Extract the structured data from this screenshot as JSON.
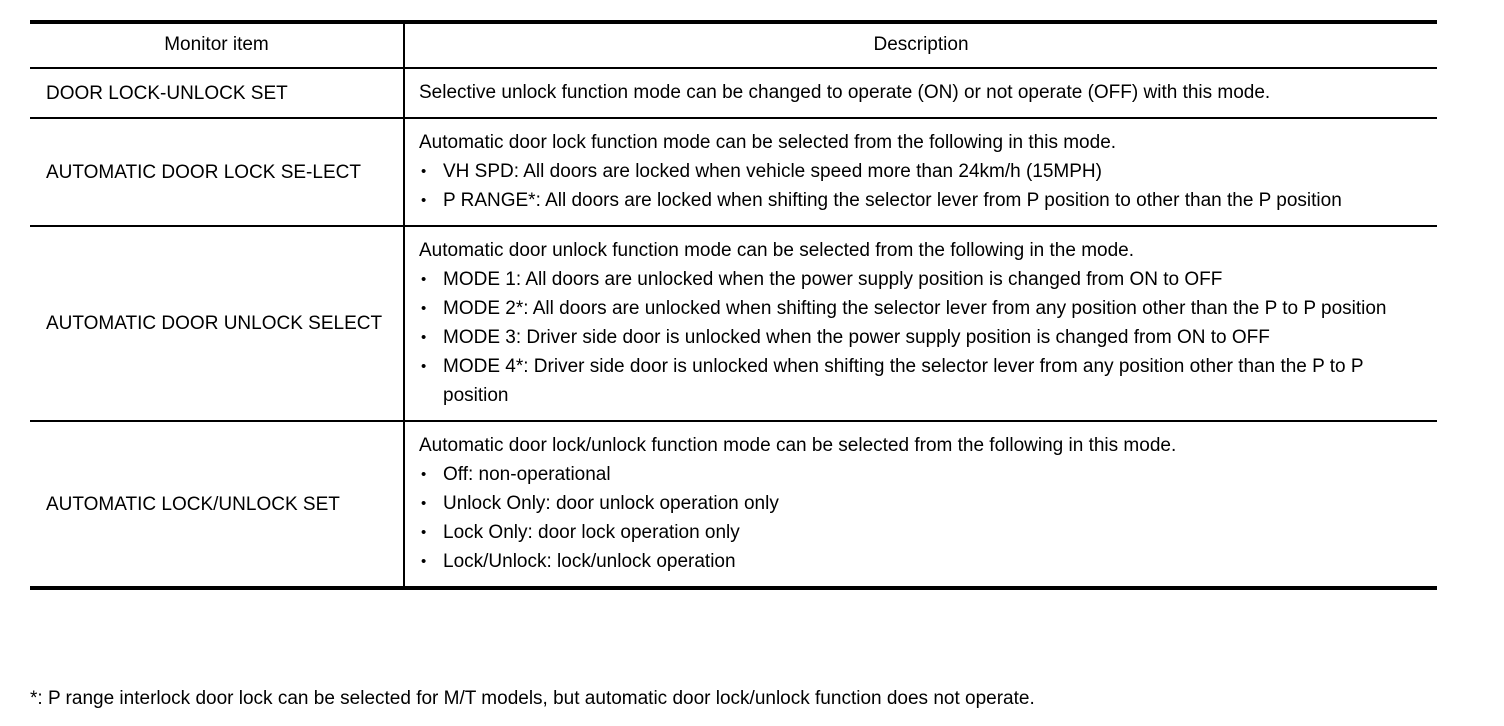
{
  "table": {
    "headers": {
      "item": "Monitor item",
      "description": "Description"
    },
    "rows": [
      {
        "item": "DOOR LOCK-UNLOCK SET",
        "intro": "Selective unlock function mode can be changed to operate (ON) or not operate (OFF) with this mode.",
        "bullets": []
      },
      {
        "item": "AUTOMATIC DOOR LOCK SE-LECT",
        "intro": "Automatic door lock function mode can be selected from the following in this mode.",
        "bullets": [
          "VH SPD: All doors are locked when vehicle speed more than 24km/h (15MPH)",
          "P RANGE*: All doors are locked when shifting the selector lever from P position to other than the P position"
        ]
      },
      {
        "item": "AUTOMATIC DOOR UNLOCK SELECT",
        "intro": "Automatic door unlock function mode can be selected from the following in the mode.",
        "bullets": [
          "MODE 1: All doors are unlocked when the power supply position is changed from ON to OFF",
          "MODE 2*: All doors are unlocked when shifting the selector lever from any position other than the P to P position",
          "MODE 3: Driver side door is unlocked when the power supply position is changed from ON to OFF",
          "MODE 4*: Driver side door is unlocked when shifting the selector lever from any position other than the P to P position"
        ]
      },
      {
        "item": "AUTOMATIC LOCK/UNLOCK SET",
        "intro": "Automatic door lock/unlock function mode can be selected from the following in this mode.",
        "bullets": [
          "Off: non-operational",
          "Unlock Only: door unlock operation only",
          "Lock Only: door lock operation only",
          "Lock/Unlock: lock/unlock operation"
        ]
      }
    ]
  },
  "footnote": "*: P range interlock door lock can be selected for M/T models, but automatic door lock/unlock function does not operate.",
  "bullet_glyph": "•",
  "colors": {
    "rule": "#000000",
    "text": "#000000",
    "background": "#ffffff"
  }
}
